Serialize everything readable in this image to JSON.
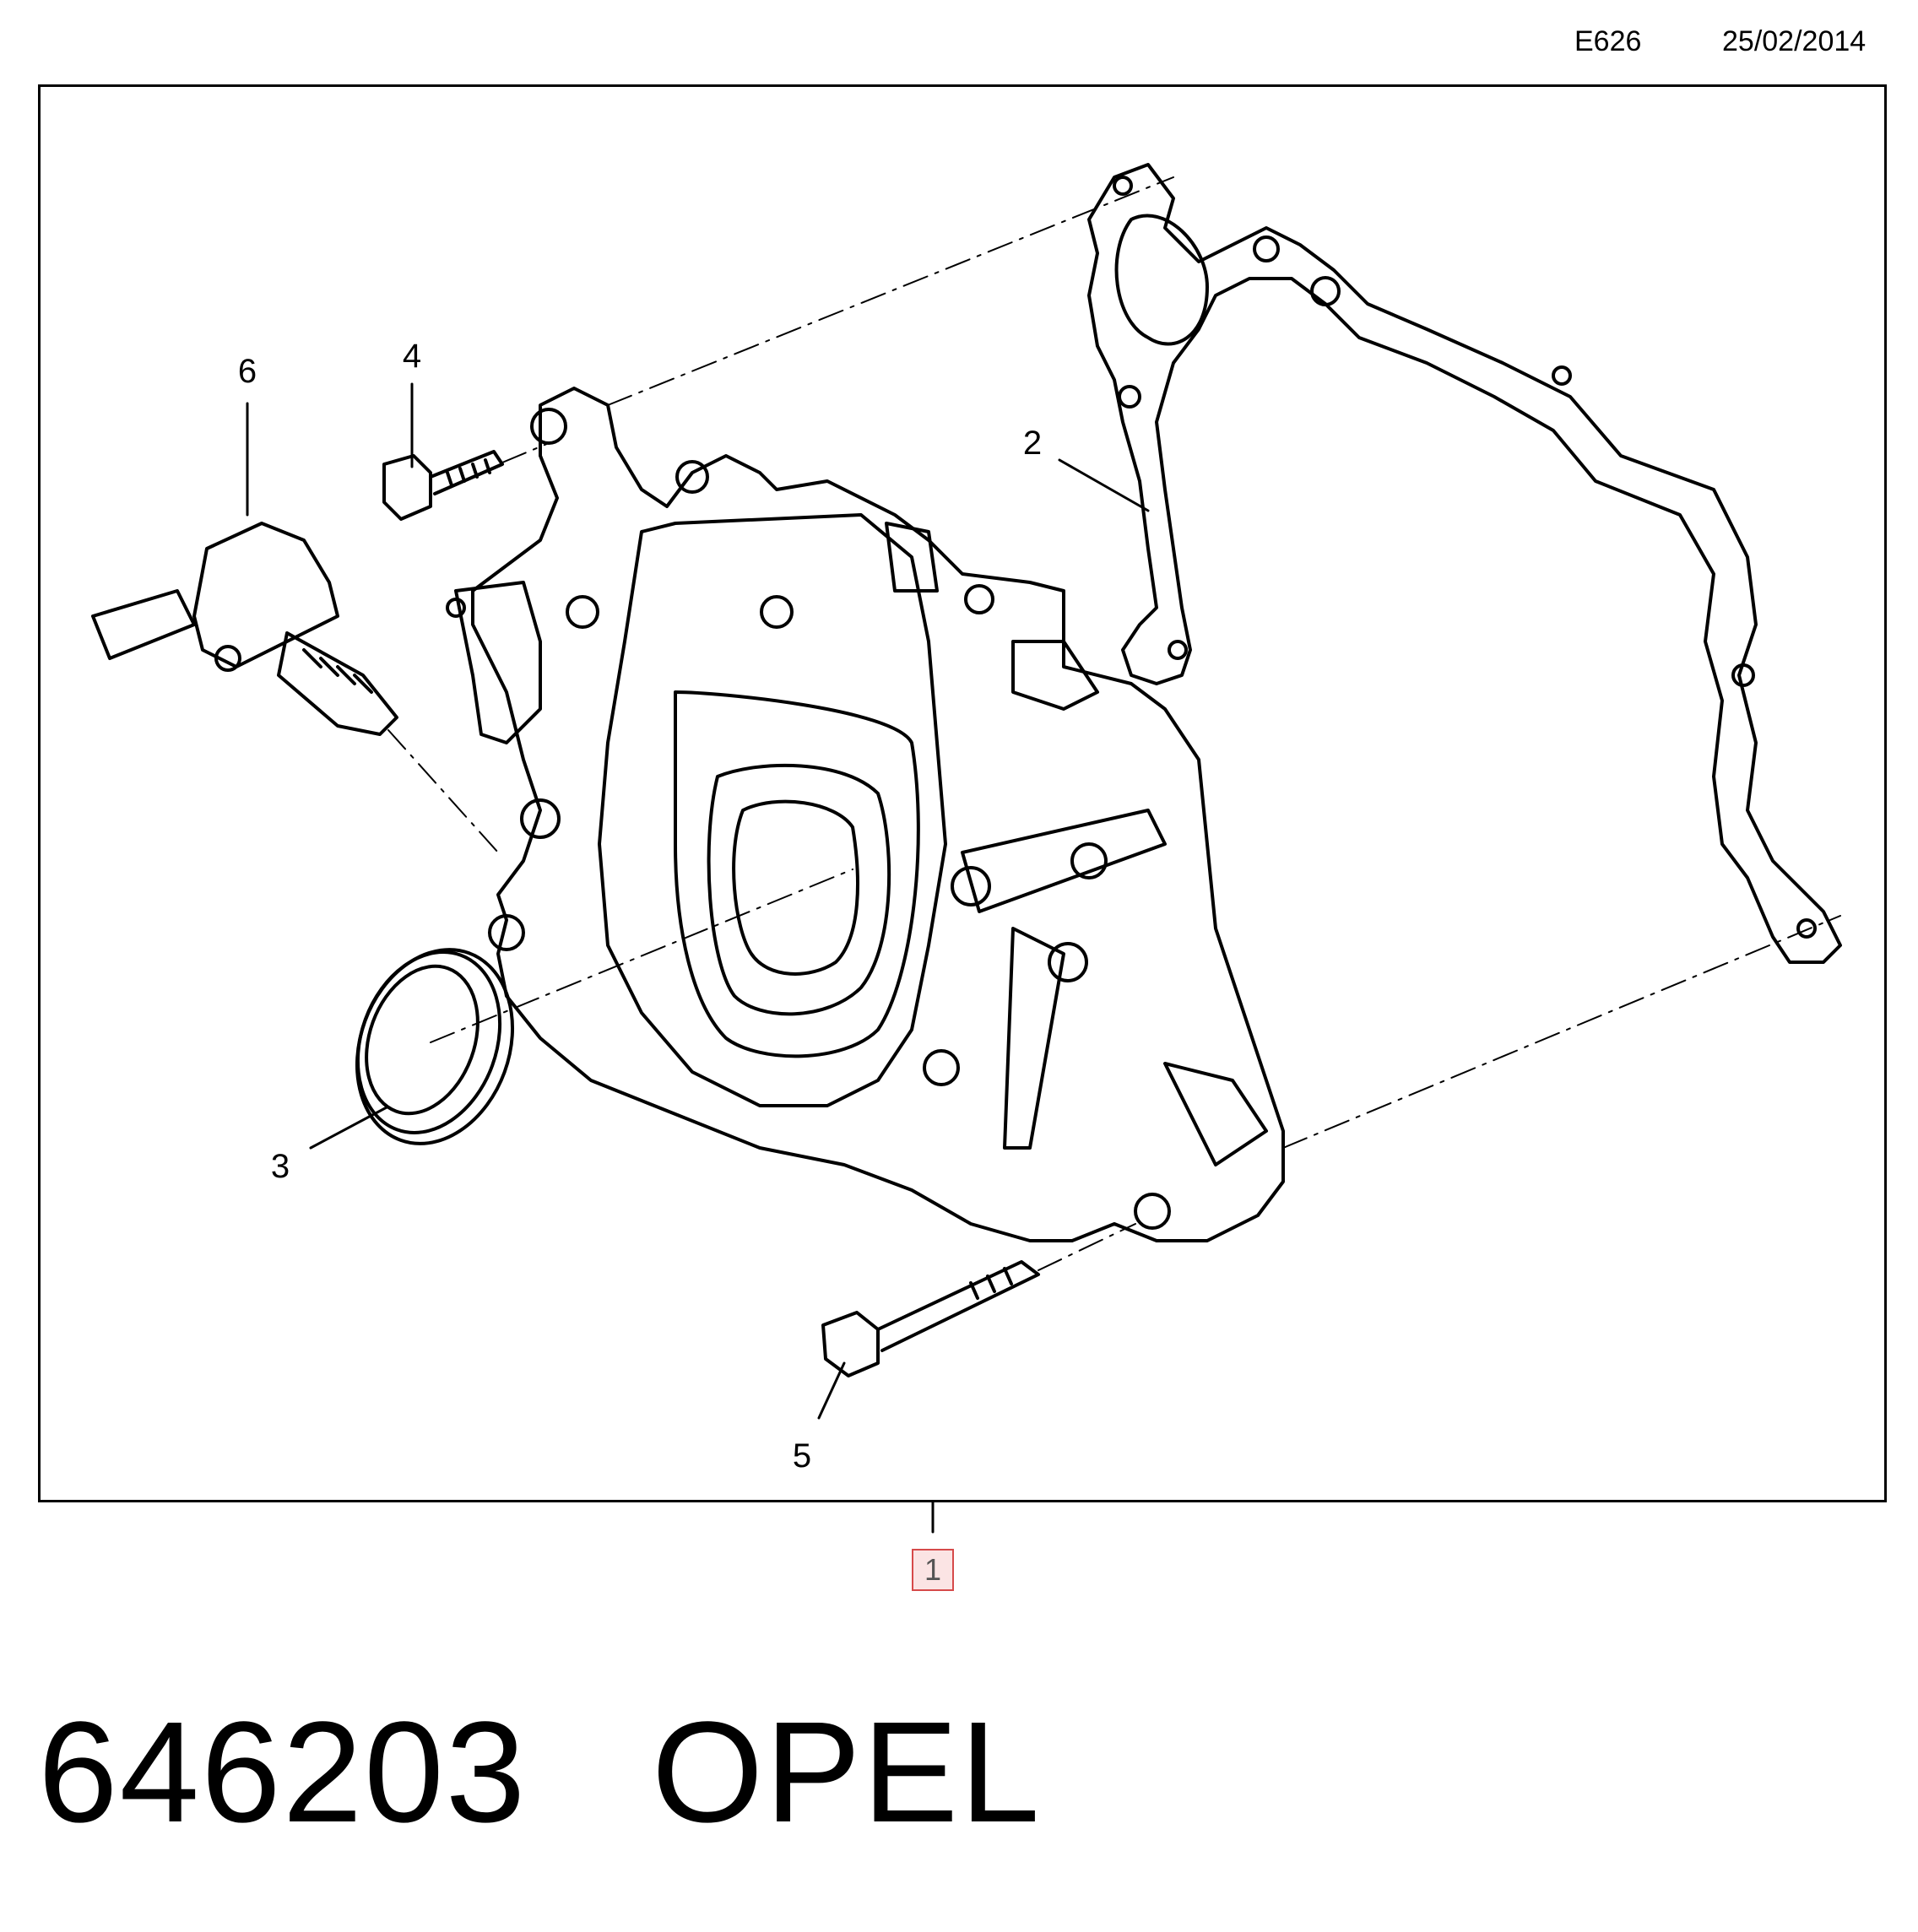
{
  "header": {
    "diagram_code": "E626",
    "date": "25/02/2014"
  },
  "callouts": {
    "c2": "2",
    "c3": "3",
    "c4": "4",
    "c5": "5",
    "c6": "6"
  },
  "reference_marker": "1",
  "footer": {
    "part_number": "646203",
    "brand": "OPEL"
  },
  "colors": {
    "line": "#000000",
    "marker_border": "#d64a4a",
    "marker_fill": "#fbe4e4"
  }
}
